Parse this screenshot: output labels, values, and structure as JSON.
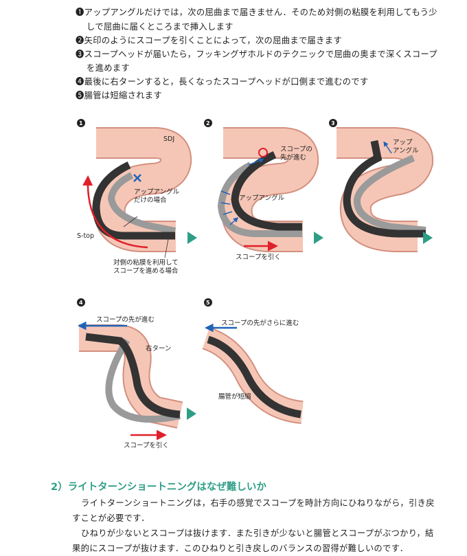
{
  "steps": [
    {
      "marker": "❶",
      "lines": [
        "アップアングルだけでは，次の屈曲まで届きません．そのため対側の粘膜を利用してもう少",
        "しで屈曲に届くところまで挿入します"
      ]
    },
    {
      "marker": "❷",
      "lines": [
        "矢印のようにスコープを引くことによって，次の屈曲まで届きます"
      ]
    },
    {
      "marker": "❸",
      "lines": [
        "スコープヘッドが届いたら，フッキングザホルドのテクニックで屈曲の奥まで深くスコープ",
        "を進めます"
      ]
    },
    {
      "marker": "❹",
      "lines": [
        "最後に右ターンすると，長くなったスコープヘッドが口側まで進むのです"
      ]
    },
    {
      "marker": "❺",
      "lines": [
        "腸管は短縮されます"
      ]
    }
  ],
  "figure": {
    "panel_numbers": [
      "1",
      "2",
      "3",
      "4",
      "5"
    ],
    "p1": {
      "sdj": "SDJ",
      "stop": "S-top",
      "up_only": [
        "アップアングル",
        "だけの場合"
      ],
      "opposite": [
        "対側の粘膜を利用して",
        "スコープを進める場合"
      ]
    },
    "p2": {
      "tip": [
        "スコープの",
        "先が進む"
      ],
      "up": "アップアングル",
      "pull": "スコープを引く"
    },
    "p3": {
      "up": [
        "アップ",
        "アングル"
      ]
    },
    "p4": {
      "tip": "スコープの先が進む",
      "turn": "右ターン",
      "pull": "スコープを引く"
    },
    "p5": {
      "tip": "スコープの先がさらに進む",
      "short": "腸管が短縮"
    },
    "colors": {
      "mucosa": "#f5c6b6",
      "scope": "#333333",
      "scope_prev": "#9a9a9a",
      "arrow_red": "#e0202a",
      "arrow_blue": "#1e63b8",
      "next": "#2e9e86"
    }
  },
  "section": {
    "heading": "2）ライトターンショートニングはなぜ難しいか",
    "paragraph": [
      "ライトターンショートニングは，右手の感覚でスコープを時計方向にひねりながら，引き戻",
      "すことが必要です．",
      "ひねりが少ないとスコープは抜けます．また引きが少ないと腸管とスコープがぶつかり，結",
      "果的にスコープが抜けます．このひねりと引き戻しのバランスの習得が難しいのです．"
    ]
  }
}
